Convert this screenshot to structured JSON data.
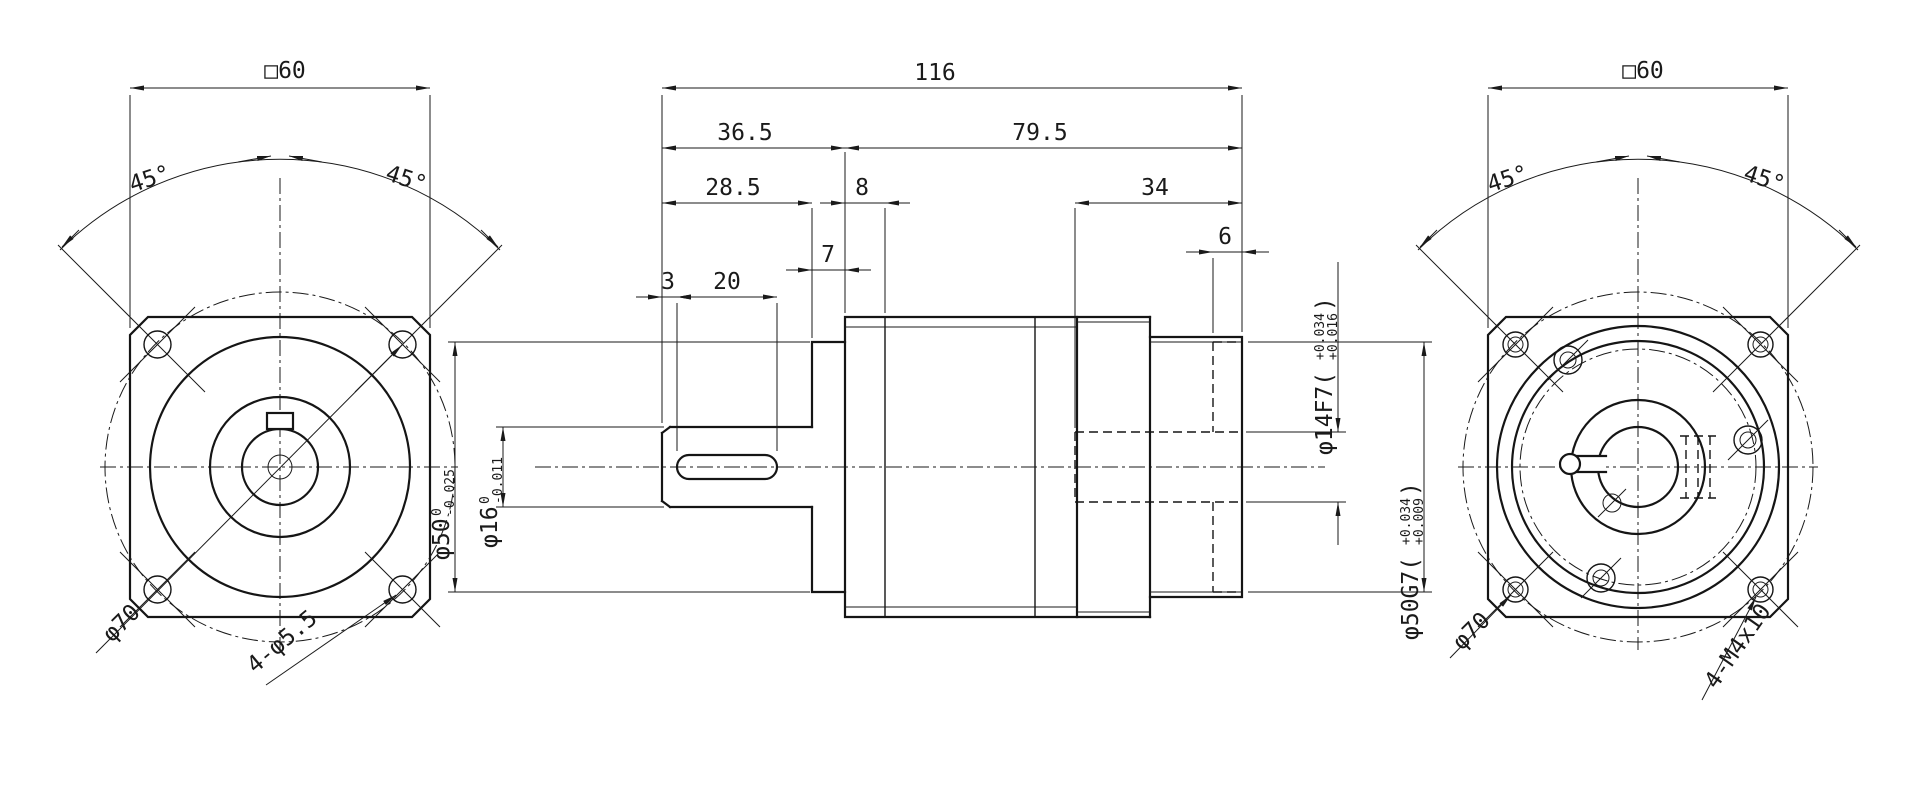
{
  "front_view": {
    "size": "□60",
    "angle_left": "45°",
    "angle_right": "45°",
    "bolt_circle": "φ70",
    "holes": "4-φ5.5"
  },
  "side_view": {
    "dims": {
      "total": "116",
      "front_section": "36.5",
      "rear_section": "79.5",
      "shaft_length": "28.5",
      "flange_thickness": "8",
      "collar_thickness": "7",
      "motor_pocket_depth": "34",
      "spigot_depth": "6",
      "keyway_offset": "3",
      "keyway_length": "20"
    },
    "fits": {
      "pilot": {
        "pre": "φ50",
        "up": "0",
        "low": "-0.025"
      },
      "shaft": {
        "pre": "φ16",
        "up": "0",
        "low": "-0.011"
      },
      "motor_shaft_bore": {
        "pre": "φ14F7(",
        "up": "+0.034",
        "low": "+0.016",
        "post": ")"
      },
      "motor_spigot_bore": {
        "pre": "φ50G7(",
        "up": "+0.034",
        "low": "+0.009",
        "post": ")"
      }
    }
  },
  "rear_view": {
    "size": "□60",
    "angle_left": "45°",
    "angle_right": "45°",
    "bolt_circle": "φ70",
    "holes": "4-M4x10"
  }
}
